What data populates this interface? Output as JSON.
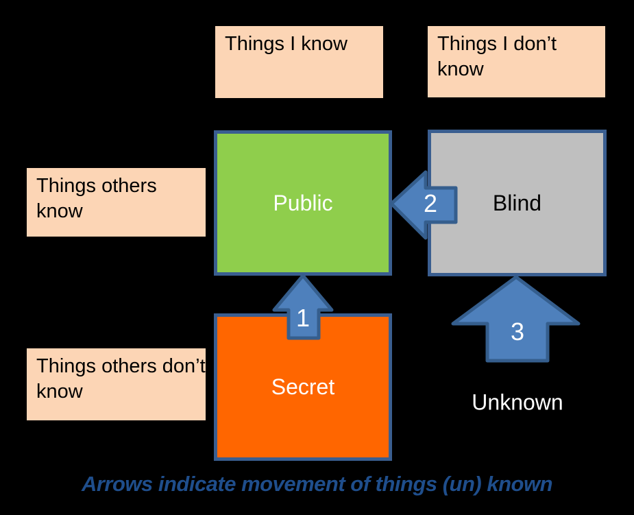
{
  "colors": {
    "background": "#000000",
    "label_box_fill": "#FCD5B5",
    "label_box_text": "#000000",
    "public_fill": "#8FCE4C",
    "blind_fill": "#BFBFBF",
    "secret_fill": "#FF6600",
    "quadrant_border": "#3A5E90",
    "arrow_fill": "#4E80BC",
    "arrow_border": "#355E8D",
    "quadrant_text": "#FFFFFF",
    "caption_color": "#1F4E8C"
  },
  "column_headers": [
    {
      "label": "Things I know"
    },
    {
      "label": "Things I don’t know"
    }
  ],
  "row_headers": [
    {
      "label": "Things others know"
    },
    {
      "label": "Things others don’t know"
    }
  ],
  "quadrants": [
    {
      "name": "Public"
    },
    {
      "name": "Blind"
    },
    {
      "name": "Secret"
    },
    {
      "name": "Unknown"
    }
  ],
  "arrows": [
    {
      "number": "1",
      "direction": "up",
      "from": "Secret",
      "to": "Public"
    },
    {
      "number": "2",
      "direction": "left",
      "from": "Blind",
      "to": "Public"
    },
    {
      "number": "3",
      "direction": "up",
      "from": "Unknown",
      "to": "Blind"
    }
  ],
  "caption": {
    "text": "Arrows indicate movement of things (un) known"
  }
}
